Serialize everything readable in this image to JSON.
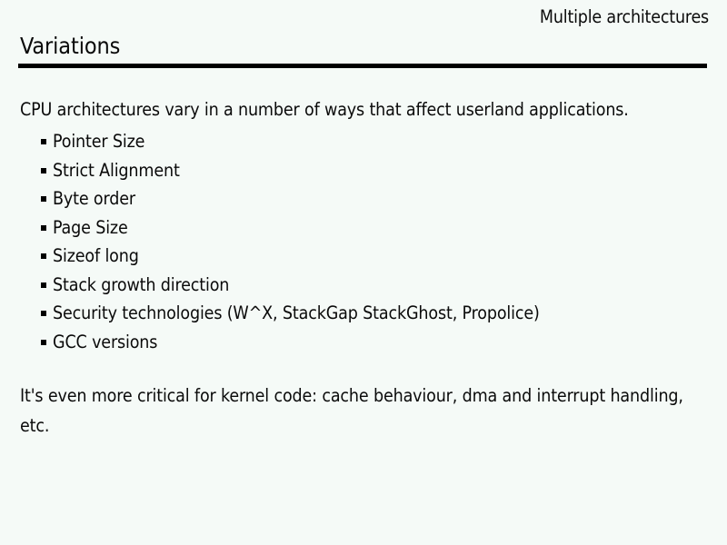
{
  "slide": {
    "header_text": "Multiple architectures",
    "title": "Variations",
    "intro_paragraph": "CPU architectures vary in a number of ways that affect userland applications.",
    "bullets": [
      {
        "label": "Pointer Size"
      },
      {
        "label": "Strict Alignment"
      },
      {
        "label": "Byte order"
      },
      {
        "label": "Page Size"
      },
      {
        "label": "Sizeof long"
      },
      {
        "label": "Stack growth direction"
      },
      {
        "label": "Security technologies (W^X, StackGap StackGhost, Propolice)"
      },
      {
        "label": "GCC versions"
      }
    ],
    "closing_paragraph": "It's even more critical for kernel code: cache behaviour, dma and interrupt handling, etc.",
    "colors": {
      "background": "#f5faf7",
      "text": "#0a0a0a",
      "rule": "#000000",
      "bullet": "#000000"
    }
  }
}
